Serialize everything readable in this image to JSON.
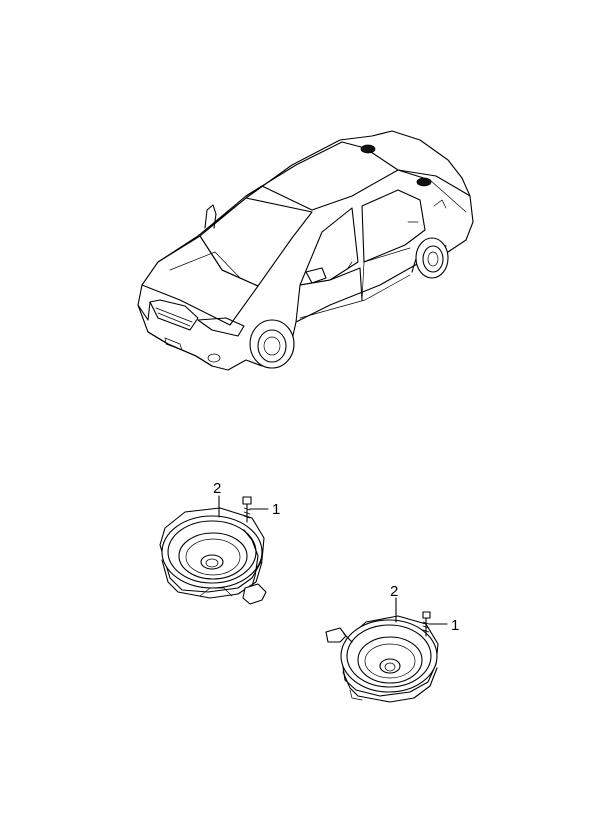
{
  "callouts": {
    "rear_speaker_part": "2",
    "rear_screw_part": "1",
    "front_speaker_part": "2",
    "front_screw_part": "1"
  }
}
